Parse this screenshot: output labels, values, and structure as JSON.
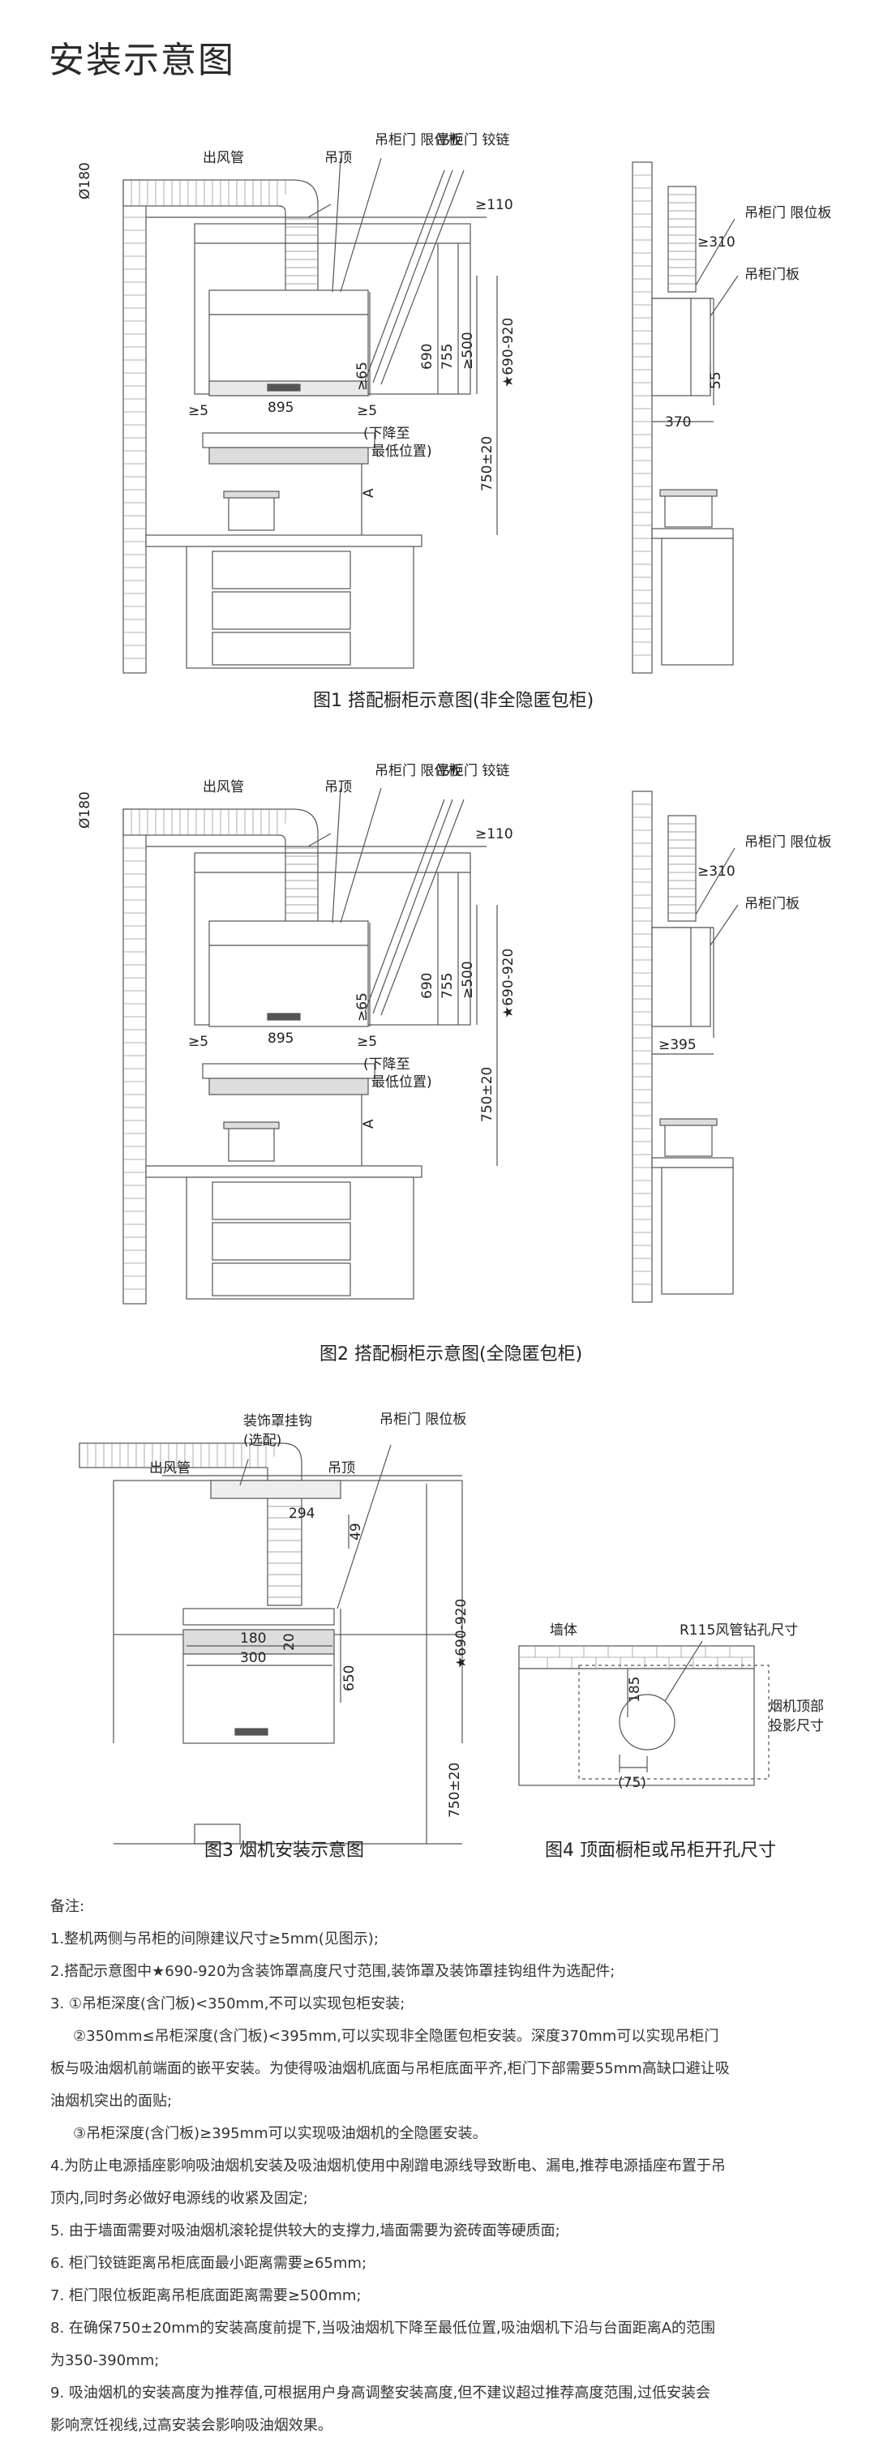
{
  "page_title": "安装示意图",
  "fig1": {
    "caption": "图1 搭配橱柜示意图(非全隐匿包柜)",
    "labels": {
      "d180": "Ø180",
      "duct": "出风管",
      "ceiling": "吊顶",
      "limit_plate": "吊柜门 限位板",
      "hinge": "吊柜门 铰链",
      "d110": "≥110",
      "d690_920": "★690-920",
      "d690": "690",
      "d755": "755",
      "d500": "≥500",
      "d65": "≥65",
      "d5l": "≥5",
      "d895": "895",
      "d5r": "≥5",
      "lower_to": "(下降至",
      "lowest": "最低位置)",
      "markA": "A",
      "d750": "750±20",
      "side_limit": "吊柜门 限位板",
      "side_door": "吊柜门板",
      "d310": "≥310",
      "d55": "55",
      "d370": "370"
    }
  },
  "fig2": {
    "caption": "图2 搭配橱柜示意图(全隐匿包柜)",
    "labels": {
      "d180": "Ø180",
      "duct": "出风管",
      "ceiling": "吊顶",
      "limit_plate": "吊柜门 限位板",
      "hinge": "吊柜门 铰链",
      "d110": "≥110",
      "d690_920": "★690-920",
      "d690": "690",
      "d755": "755",
      "d500": "≥500",
      "d65": "≥65",
      "d5l": "≥5",
      "d895": "895",
      "d5r": "≥5",
      "lower_to": "(下降至",
      "lowest": "最低位置)",
      "markA": "A",
      "d750": "750±20",
      "side_limit": "吊柜门 限位板",
      "side_door": "吊柜门板",
      "d310": "≥310",
      "d395": "≥395"
    }
  },
  "fig3": {
    "caption": "图3 烟机安装示意图",
    "labels": {
      "duct": "出风管",
      "hook": "装饰罩挂钩",
      "hook_opt": "(选配)",
      "ceiling": "吊顶",
      "limit_plate": "吊柜门 限位板",
      "d294": "294",
      "d49": "49",
      "d180": "180",
      "d20": "20",
      "d300": "300",
      "d650": "650",
      "d690_920": "★690-920",
      "d750": "750±20"
    }
  },
  "fig4": {
    "caption": "图4 顶面橱柜或吊柜开孔尺寸",
    "labels": {
      "wall": "墙体",
      "hole": "R115风管钻孔尺寸",
      "proj1": "烟机顶部",
      "proj2": "投影尺寸",
      "d185": "185",
      "d75": "(75)"
    }
  },
  "notes": {
    "heading": "备注:",
    "n1": "1.整机两侧与吊柜的间隙建议尺寸≥5mm(见图示);",
    "n2": "2.搭配示意图中★690-920为含装饰罩高度尺寸范围,装饰罩及装饰罩挂钩组件为选配件;",
    "n3": "3. ①吊柜深度(含门板)<350mm,不可以实现包柜安装;",
    "n3b": "②350mm≤吊柜深度(含门板)<395mm,可以实现非全隐匿包柜安装。深度370mm可以实现吊柜门",
    "n3c": "板与吸油烟机前端面的嵌平安装。为使得吸油烟机底面与吊柜底面平齐,柜门下部需要55mm高缺口避让吸",
    "n3d": "油烟机突出的面贴;",
    "n3e": "③吊柜深度(含门板)≥395mm可以实现吸油烟机的全隐匿安装。",
    "n4": "4.为防止电源插座影响吸油烟机安装及吸油烟机使用中剐蹭电源线导致断电、漏电,推荐电源插座布置于吊",
    "n4b": "顶内,同时务必做好电源线的收紧及固定;",
    "n5": "5. 由于墙面需要对吸油烟机滚轮提供较大的支撑力,墙面需要为瓷砖面等硬质面;",
    "n6": "6. 柜门铰链距离吊柜底面最小距离需要≥65mm;",
    "n7": "7. 柜门限位板距离吊柜底面距离需要≥500mm;",
    "n8": "8. 在确保750±20mm的安装高度前提下,当吸油烟机下降至最低位置,吸油烟机下沿与台面距离A的范围",
    "n8b": "为350-390mm;",
    "n9": "9. 吸油烟机的安装高度为推荐值,可根据用户身高调整安装高度,但不建议超过推荐高度范围,过低安装会",
    "n9b": "影响烹饪视线,过高安装会影响吸油烟效果。"
  }
}
